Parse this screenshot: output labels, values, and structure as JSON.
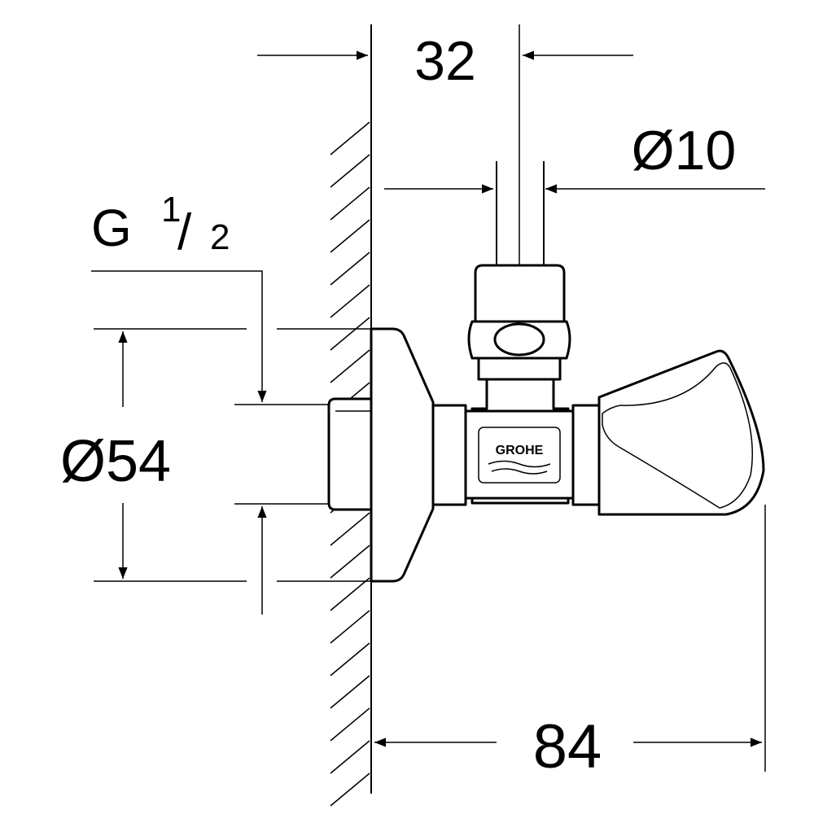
{
  "dimensions": {
    "wall_offset": "32",
    "pipe_diameter": "Ø10",
    "thread": "G",
    "thread_num": "1",
    "thread_den": "2",
    "rosette_diameter": "Ø54",
    "total_depth": "84"
  },
  "brand_logo": "GROHE",
  "colors": {
    "line": "#000000",
    "background": "#ffffff"
  }
}
